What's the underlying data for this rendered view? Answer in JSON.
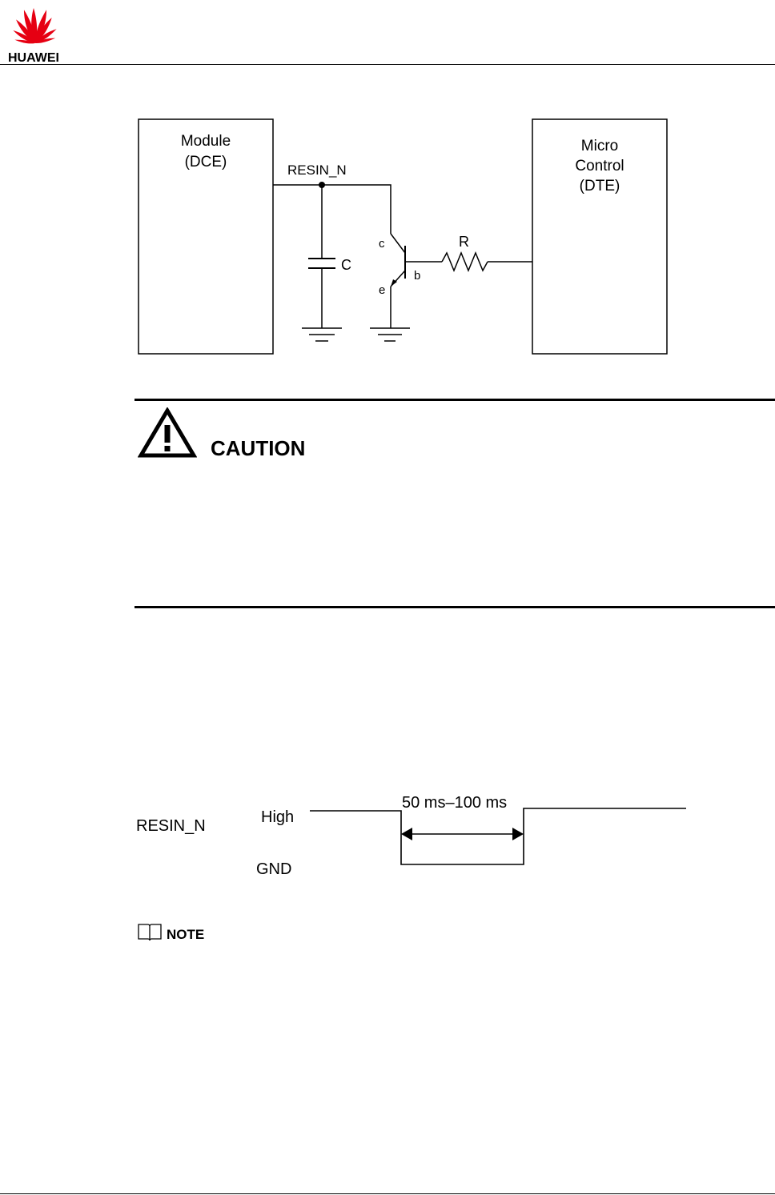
{
  "header": {
    "brand": "HUAWEI",
    "brand_color": "#e60012"
  },
  "circuit": {
    "module_line1": "Module",
    "module_line2": "(DCE)",
    "mcu_line1": "Micro",
    "mcu_line2": "Control",
    "mcu_line3": "(DTE)",
    "signal": "RESIN_N",
    "capacitor": "C",
    "resistor": "R",
    "collector": "c",
    "base": "b",
    "emitter": "e"
  },
  "caution": {
    "label": "CAUTION",
    "icon": "warning-triangle-icon"
  },
  "timing": {
    "signal": "RESIN_N",
    "high": "High",
    "gnd": "GND",
    "pulse": "50 ms–100 ms"
  },
  "note": {
    "label": "NOTE",
    "icon": "book-icon"
  }
}
